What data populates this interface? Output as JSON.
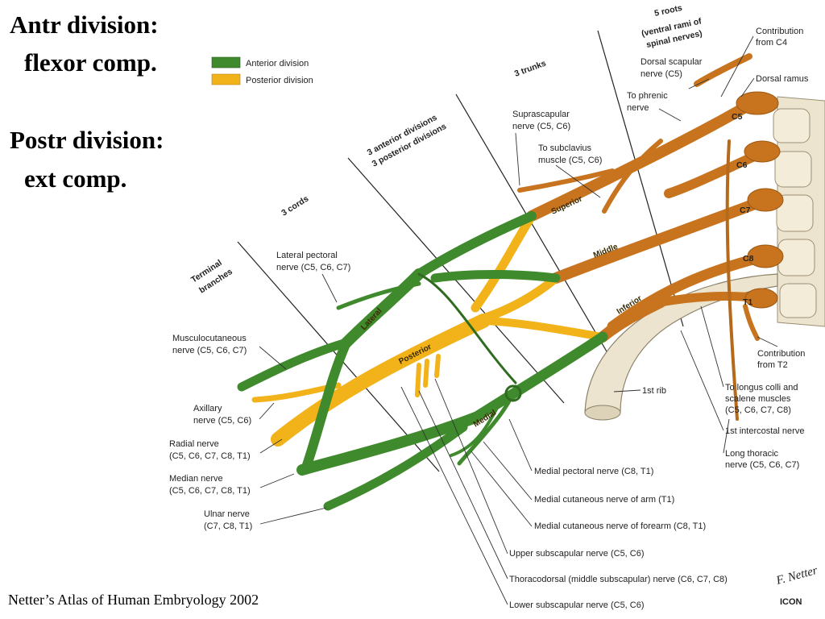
{
  "slide": {
    "line1": "Antr division:",
    "line2": "flexor comp.",
    "line3": "Postr division:",
    "line4": "ext comp.",
    "citation": "Netter’s Atlas of Human Embryology 2002"
  },
  "legend": {
    "anterior": {
      "label": "Anterior division",
      "color": "#3f8a2c"
    },
    "posterior": {
      "label": "Posterior division",
      "color": "#f2b21a"
    }
  },
  "colors": {
    "nerve_root": "#c8741e",
    "bone": "#ece4cf",
    "pointer_line": "#333333"
  },
  "section_labels": {
    "roots_1": "5 roots",
    "roots_2": "(ventral rami of",
    "roots_3": "spinal nerves)",
    "trunks": "3 trunks",
    "divisions_1": "3 anterior divisions",
    "divisions_2": "3 posterior divisions",
    "cords": "3 cords",
    "terminal_1": "Terminal",
    "terminal_2": "branches"
  },
  "trunk_labels": {
    "superior": "Superior",
    "middle": "Middle",
    "inferior": "Inferior",
    "lateral": "Lateral",
    "posterior": "Posterior",
    "medial": "Medial"
  },
  "vertebra_labels": {
    "c5": "C5",
    "c6": "C6",
    "c7": "C7",
    "c8": "C8",
    "t1": "T1"
  },
  "labels": {
    "contribution_c4_1": "Contribution",
    "contribution_c4_2": "from C4",
    "dorsal_scapular_1": "Dorsal scapular",
    "dorsal_scapular_2": "nerve (C5)",
    "dorsal_ramus": "Dorsal ramus",
    "phrenic_1": "To phrenic",
    "phrenic_2": "nerve",
    "suprascapular_1": "Suprascapular",
    "suprascapular_2": "nerve (C5, C6)",
    "subclavius_1": "To subclavius",
    "subclavius_2": "muscle (C5, C6)",
    "lateral_pectoral_1": "Lateral pectoral",
    "lateral_pectoral_2": "nerve (C5, C6, C7)",
    "musculocutaneous_1": "Musculocutaneous",
    "musculocutaneous_2": "nerve (C5, C6, C7)",
    "axillary_1": "Axillary",
    "axillary_2": "nerve (C5, C6)",
    "radial_1": "Radial nerve",
    "radial_2": "(C5, C6, C7, C8, T1)",
    "median_1": "Median nerve",
    "median_2": "(C5, C6, C7, C8, T1)",
    "ulnar_1": "Ulnar nerve",
    "ulnar_2": "(C7, C8, T1)",
    "contribution_t2_1": "Contribution",
    "contribution_t2_2": "from T2",
    "first_rib": "1st rib",
    "longus_1": "To longus colli and",
    "longus_2": "scalene muscles",
    "longus_3": "(C5, C6, C7, C8)",
    "intercostal": "1st intercostal nerve",
    "long_thoracic_1": "Long thoracic",
    "long_thoracic_2": "nerve (C5, C6, C7)",
    "medial_pectoral": "Medial pectoral nerve (C8, T1)",
    "medial_cut_arm": "Medial cutaneous nerve of arm (T1)",
    "medial_cut_forearm": "Medial cutaneous nerve of forearm (C8, T1)",
    "upper_subscapular": "Upper subscapular nerve (C5, C6)",
    "thoracodorsal": "Thoracodorsal (middle subscapular) nerve (C6, C7, C8)",
    "lower_subscapular": "Lower subscapular nerve (C5, C6)"
  },
  "logo": {
    "signature": "F. Netter",
    "brand": "ICON"
  }
}
